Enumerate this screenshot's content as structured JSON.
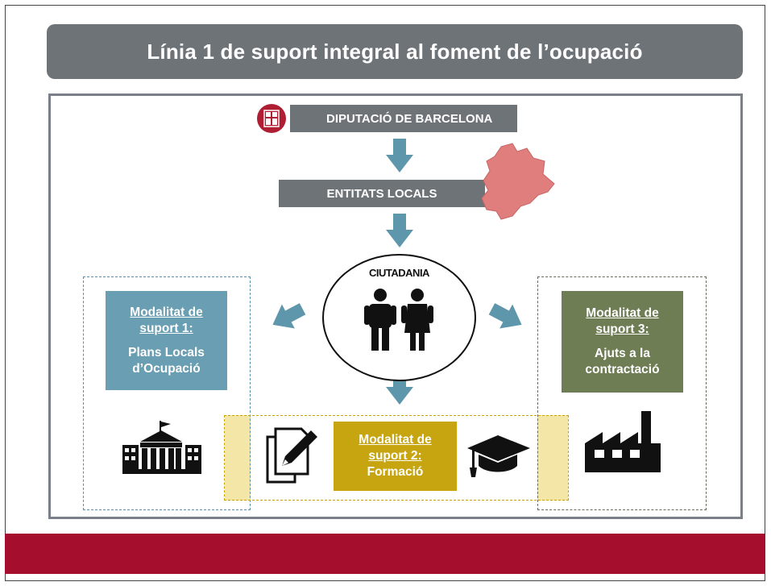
{
  "title": "Línia 1 de suport integral al foment de l’ocupació",
  "nodes": {
    "diputacio": "DIPUTACIÓ DE BARCELONA",
    "entitats": "ENTITATS LOCALS",
    "ciutadania": "CIUTADANIA"
  },
  "modalitats": [
    {
      "heading_line1": "Modalitat de",
      "heading_line2": "suport 1:",
      "desc_line1": "Plans Locals",
      "desc_line2": "d’Ocupació"
    },
    {
      "heading_line1": "Modalitat de",
      "heading_line2": "suport 2:",
      "desc_line1": "Formació",
      "desc_line2": ""
    },
    {
      "heading_line1": "Modalitat de",
      "heading_line2": "suport 3:",
      "desc_line1": "Ajuts a la",
      "desc_line2": "contractació"
    }
  ],
  "icons": [
    "diputacio-logo-icon",
    "barcelona-province-map-icon",
    "man-icon",
    "woman-icon",
    "town-hall-icon",
    "document-edit-icon",
    "graduation-cap-icon",
    "factory-icon",
    "arrow-icon"
  ],
  "colors": {
    "title_bg": "#6e7378",
    "footer": "#a50f2d",
    "arrow": "#5e97ab",
    "modalitat_1": "#6a9eb2",
    "modalitat_2": "#c6a510",
    "modalitat_3": "#6e7d54",
    "map": "#e07d7d"
  }
}
